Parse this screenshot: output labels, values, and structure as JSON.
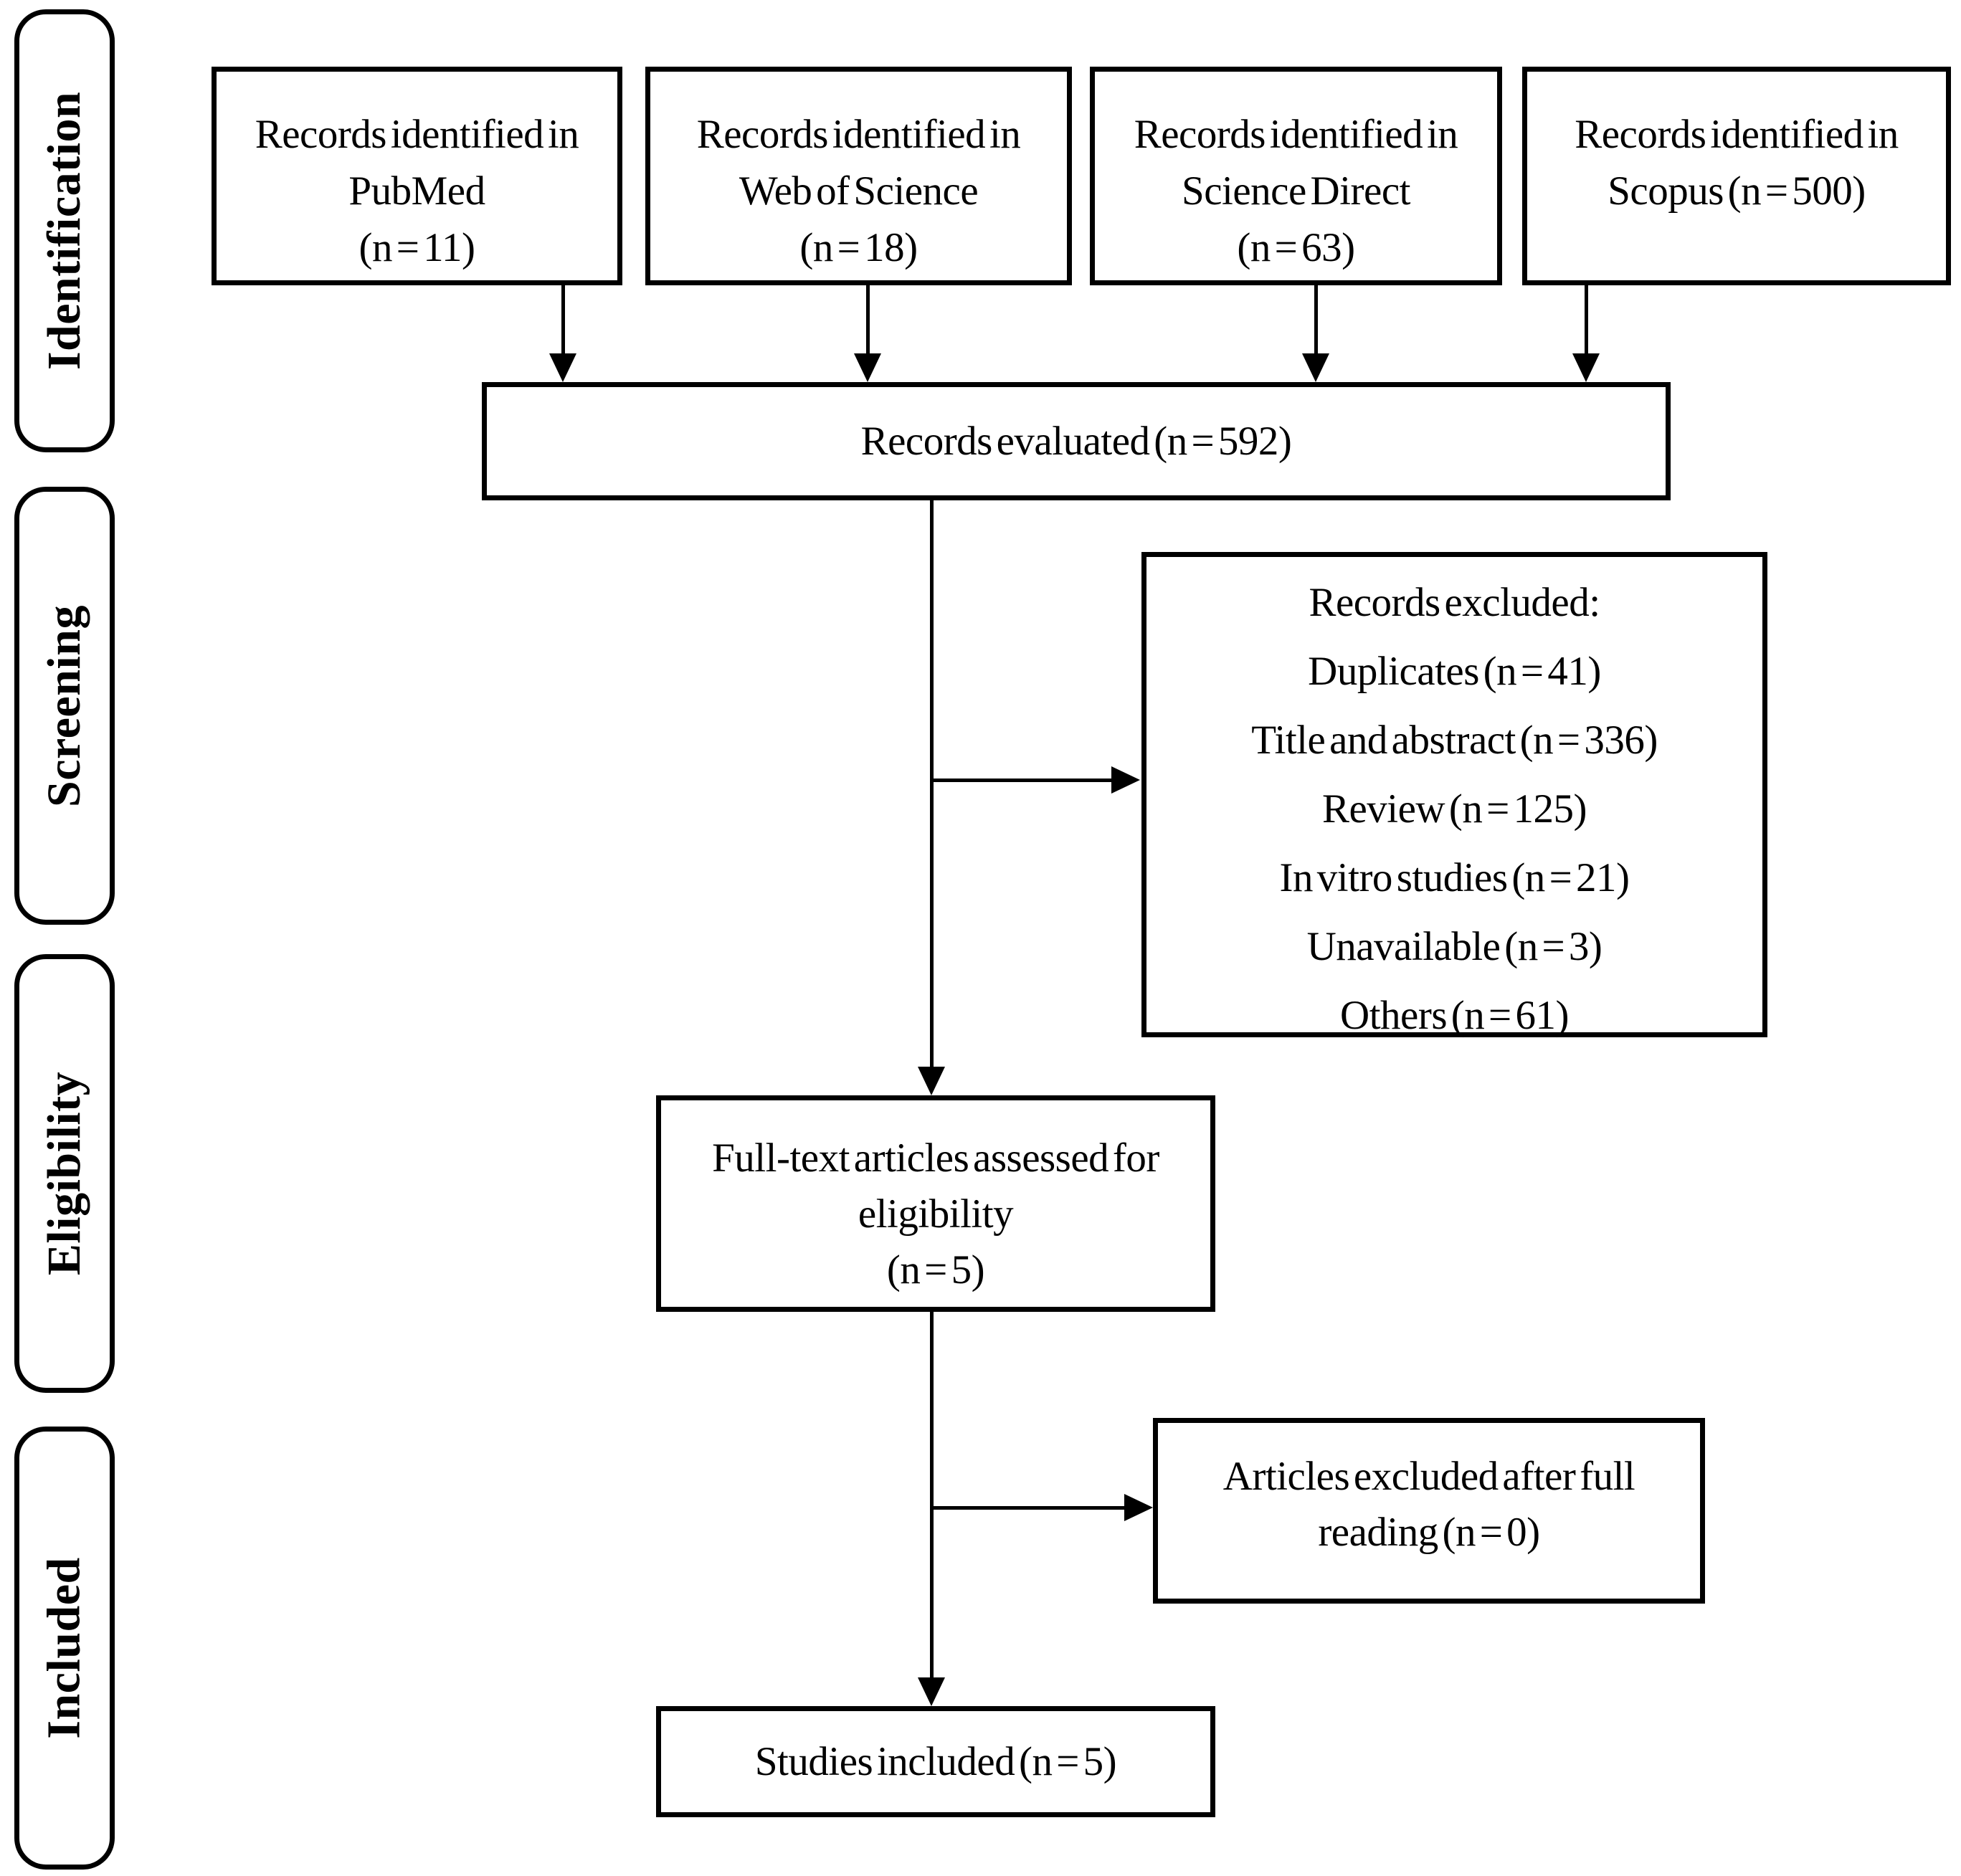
{
  "diagram_title": "PRISMA flow diagram",
  "colors": {
    "ink": "#000000",
    "background": "#ffffff"
  },
  "sidebar": {
    "stages": [
      {
        "label": "Identification"
      },
      {
        "label": "Screening"
      },
      {
        "label": "Eligibility"
      },
      {
        "label": "Included"
      }
    ]
  },
  "boxes": {
    "sources": [
      {
        "text": "Records identified in\nPubMed\n(n = 11)"
      },
      {
        "text": "Records identified in\nWeb of Science\n(n = 18)"
      },
      {
        "text": "Records identified in\nScience Direct\n(n = 63)"
      },
      {
        "text": "Records identified in\nScopus (n = 500)"
      }
    ],
    "evaluated": {
      "text": "Records evaluated (n = 592)"
    },
    "excluded": {
      "text": "Records excluded:\nDuplicates (n = 41)\nTitle and abstract (n = 336)\nReview (n = 125)\nIn vitro studies (n = 21)\nUnavailable (n = 3)\nOthers (n = 61)"
    },
    "fulltext": {
      "text": "Full-text articles assessed for\neligibility\n(n = 5)"
    },
    "articles_excluded": {
      "text": "Articles excluded after full\nreading (n = 0)"
    },
    "studies_included": {
      "text": "Studies included (n = 5)"
    }
  }
}
